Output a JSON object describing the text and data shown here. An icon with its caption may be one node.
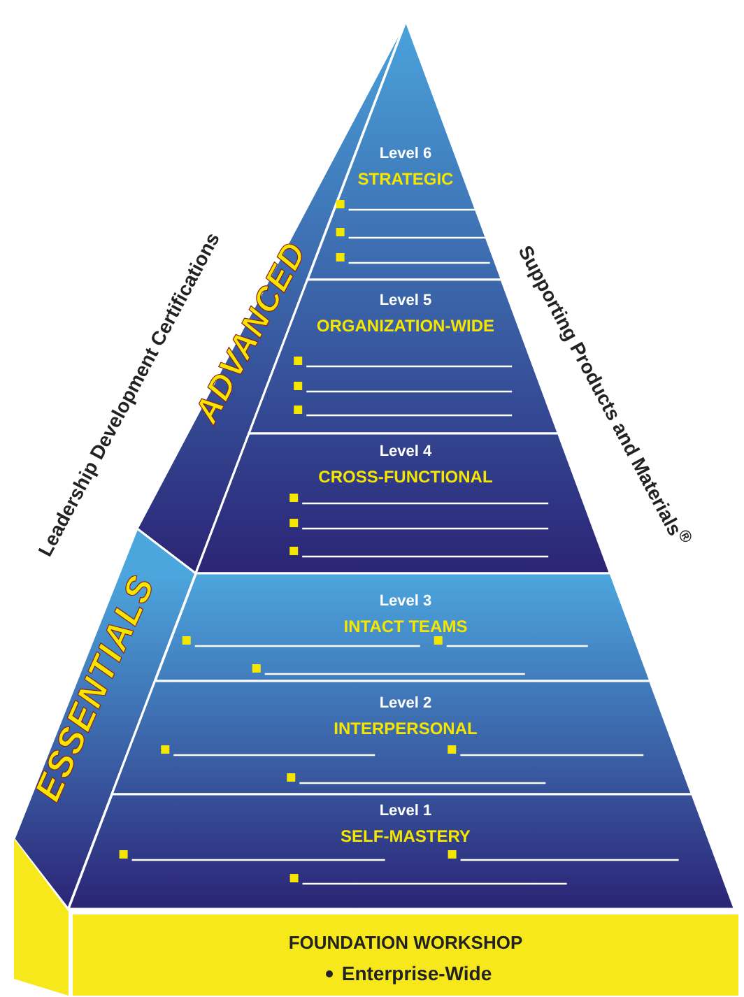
{
  "diagram": {
    "nodes": [
      {
        "text": [
          "ADVANCED"
        ]
      },
      {
        "text": [
          "Level 6",
          "STRATEGIC"
        ]
      },
      {
        "text": [
          "Level 5",
          "ORGANIZATION-WIDE"
        ]
      },
      {
        "text": [
          "Level 4",
          "CROSS-FUNCTIONAL"
        ]
      },
      {
        "text": [
          "ESSENTIALS"
        ]
      },
      {
        "text": [
          "Level 3",
          "INTACT TEAMS"
        ]
      },
      {
        "text": [
          "Level 2",
          "INTERPERSONAL"
        ]
      },
      {
        "text": [
          "Level 1",
          "SELF-MASTERY"
        ]
      },
      {
        "text": [
          "FOUNDATION WORKSHOP",
          "Enterprise-Wide"
        ]
      }
    ],
    "edges": [],
    "labels": [
      "Leadership Development Certifications",
      "Supporting Products and Materials$^{®}$"
    ]
  }
}
